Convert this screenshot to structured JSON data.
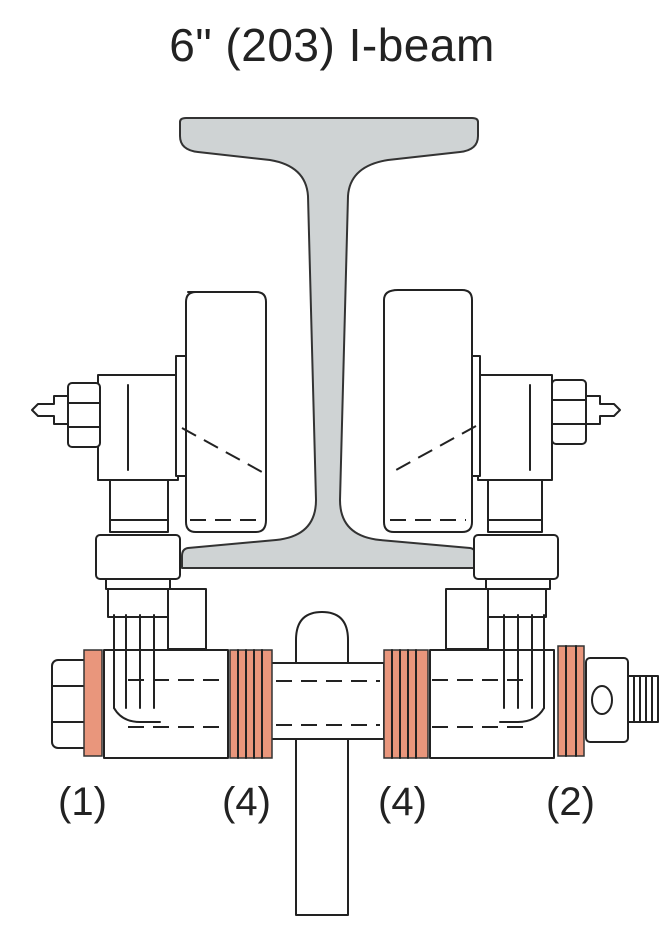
{
  "title": "6\" (203) I-beam",
  "labels": {
    "left_end": "(1)",
    "left_inner": "(4)",
    "right_inner": "(4)",
    "right_end": "(2)"
  },
  "colors": {
    "beam_fill": "#cfd3d4",
    "spacer_fill": "#e9967c",
    "stroke": "#222222"
  }
}
